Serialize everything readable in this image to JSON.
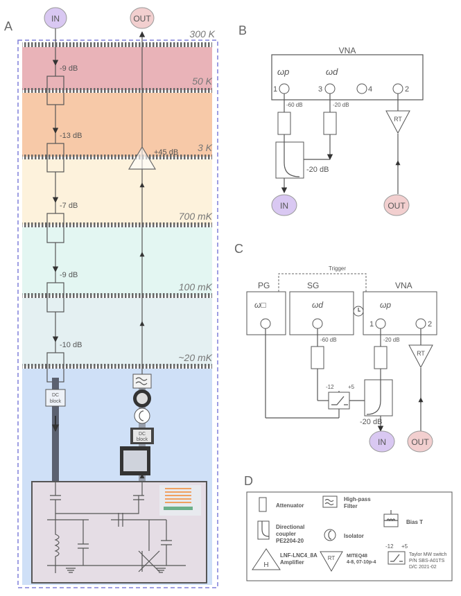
{
  "panels": {
    "a": "A",
    "b": "B",
    "c": "C",
    "d": "D"
  },
  "a": {
    "in_label": "IN",
    "out_label": "OUT",
    "temps": [
      "300 K",
      "50 K",
      "3 K",
      "700 mK",
      "100 mK",
      "~20 mK"
    ],
    "atten": [
      "-9 dB",
      "-13 dB",
      "-7 dB",
      "-9 dB",
      "-10 dB"
    ],
    "amp_gain": "+45 dB",
    "dc_block": "DC block",
    "stage_colors": [
      "#e9b3b8",
      "#f7c9a8",
      "#fdf2dc",
      "#e3f6f2",
      "#e4f0f2",
      "#cfe0f7"
    ]
  },
  "b": {
    "vna": "VNA",
    "wp": "ωp",
    "wd": "ωd",
    "ports": [
      "1",
      "3",
      "4",
      "2"
    ],
    "att1": "-60 dB",
    "att2": "-20 dB",
    "coupler": "-20 dB",
    "rt": "RT",
    "in_label": "IN",
    "out_label": "OUT"
  },
  "c": {
    "pg": "PG",
    "sg": "SG",
    "vna": "VNA",
    "trigger": "Trigger",
    "w_box": "ω□",
    "wd": "ωd",
    "wp": "ωp",
    "ports": [
      "1",
      "2"
    ],
    "att1": "-60 dB",
    "att2": "-20 dB",
    "coupler": "-20 dB",
    "switch_neg": "-12",
    "switch_pos": "+5",
    "rt": "RT",
    "in_label": "IN",
    "out_label": "OUT"
  },
  "d": {
    "attenuator": "Attenuator",
    "hp_filter": [
      "High-pass",
      "Filter"
    ],
    "bias_t": "Bias T",
    "coupler": [
      "Directional",
      "coupler",
      "PE2204-20"
    ],
    "isolator": "Isolator",
    "amp": [
      "LNF-LNC4_8A",
      "Amplifier"
    ],
    "rt_label": "RT",
    "miteq": [
      "MITEQ48",
      "4-8, 07-10p-4"
    ],
    "switch": [
      "Taylor MW switch",
      "P/N SBS-A01TS",
      "D/C 2021-02"
    ],
    "switch_neg": "-12",
    "switch_pos": "+5"
  }
}
